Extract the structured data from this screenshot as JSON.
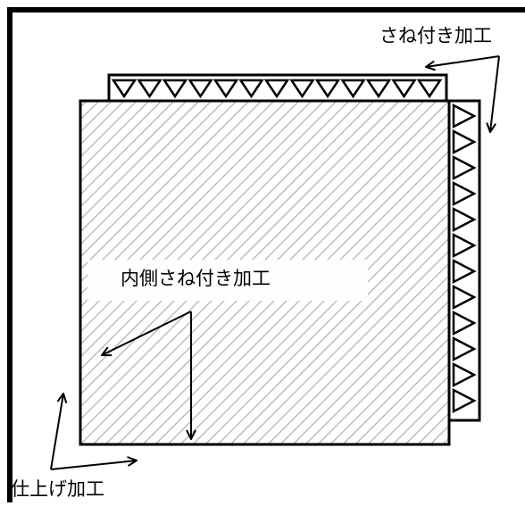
{
  "labels": {
    "tongue_groove": "さね付き加工",
    "inner_tongue_groove": "内側さね付き加工",
    "finishing": "仕上げ加工"
  },
  "colors": {
    "line": "#000000",
    "hatch": "#b3b3b3",
    "background": "#ffffff"
  }
}
